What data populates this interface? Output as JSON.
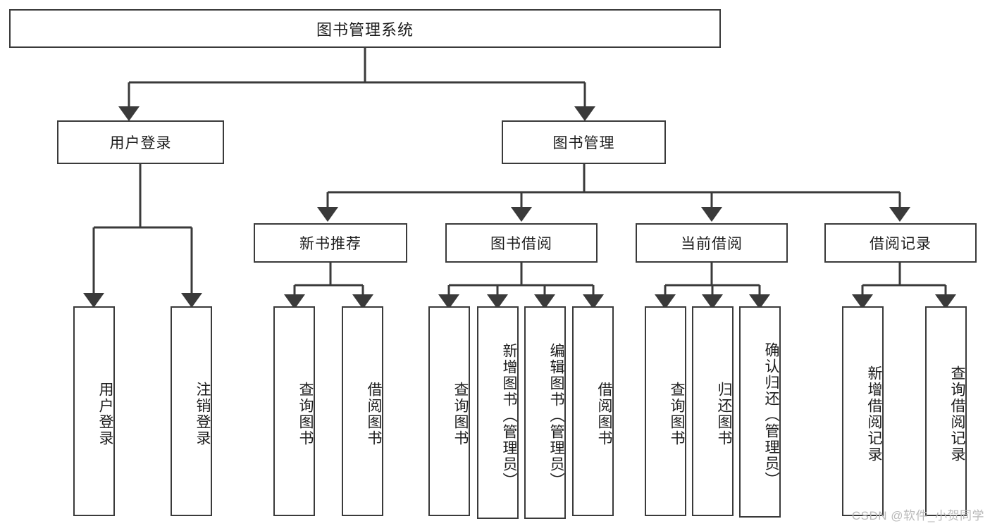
{
  "diagram": {
    "type": "tree",
    "title": "图书管理系统",
    "root": {
      "label": "图书管理系统"
    },
    "level1": [
      {
        "label": "用户登录"
      },
      {
        "label": "图书管理"
      }
    ],
    "level2": [
      {
        "label": "新书推荐"
      },
      {
        "label": "图书借阅"
      },
      {
        "label": "当前借阅"
      },
      {
        "label": "借阅记录"
      }
    ],
    "leaves": {
      "user_login": [
        {
          "label": "用户登录"
        },
        {
          "label": "注销登录"
        }
      ],
      "new_book_recommend": [
        {
          "label": "查询图书"
        },
        {
          "label": "借阅图书"
        }
      ],
      "book_borrow": [
        {
          "label": "查询图书"
        },
        {
          "label": "新增图书（管理员）"
        },
        {
          "label": "编辑图书（管理员）"
        },
        {
          "label": "借阅图书"
        }
      ],
      "current_borrow": [
        {
          "label": "查询图书"
        },
        {
          "label": "归还图书"
        },
        {
          "label": "确认归还（管理员）"
        }
      ],
      "borrow_record": [
        {
          "label": "新增借阅记录"
        },
        {
          "label": "查询借阅记录"
        }
      ]
    }
  },
  "watermark": {
    "text": "CSDN @软件_小贺同学"
  },
  "colors": {
    "stroke": "#3a3a3a",
    "background": "#ffffff",
    "text": "#1b1b1b",
    "watermark": "#b9b9b9"
  }
}
